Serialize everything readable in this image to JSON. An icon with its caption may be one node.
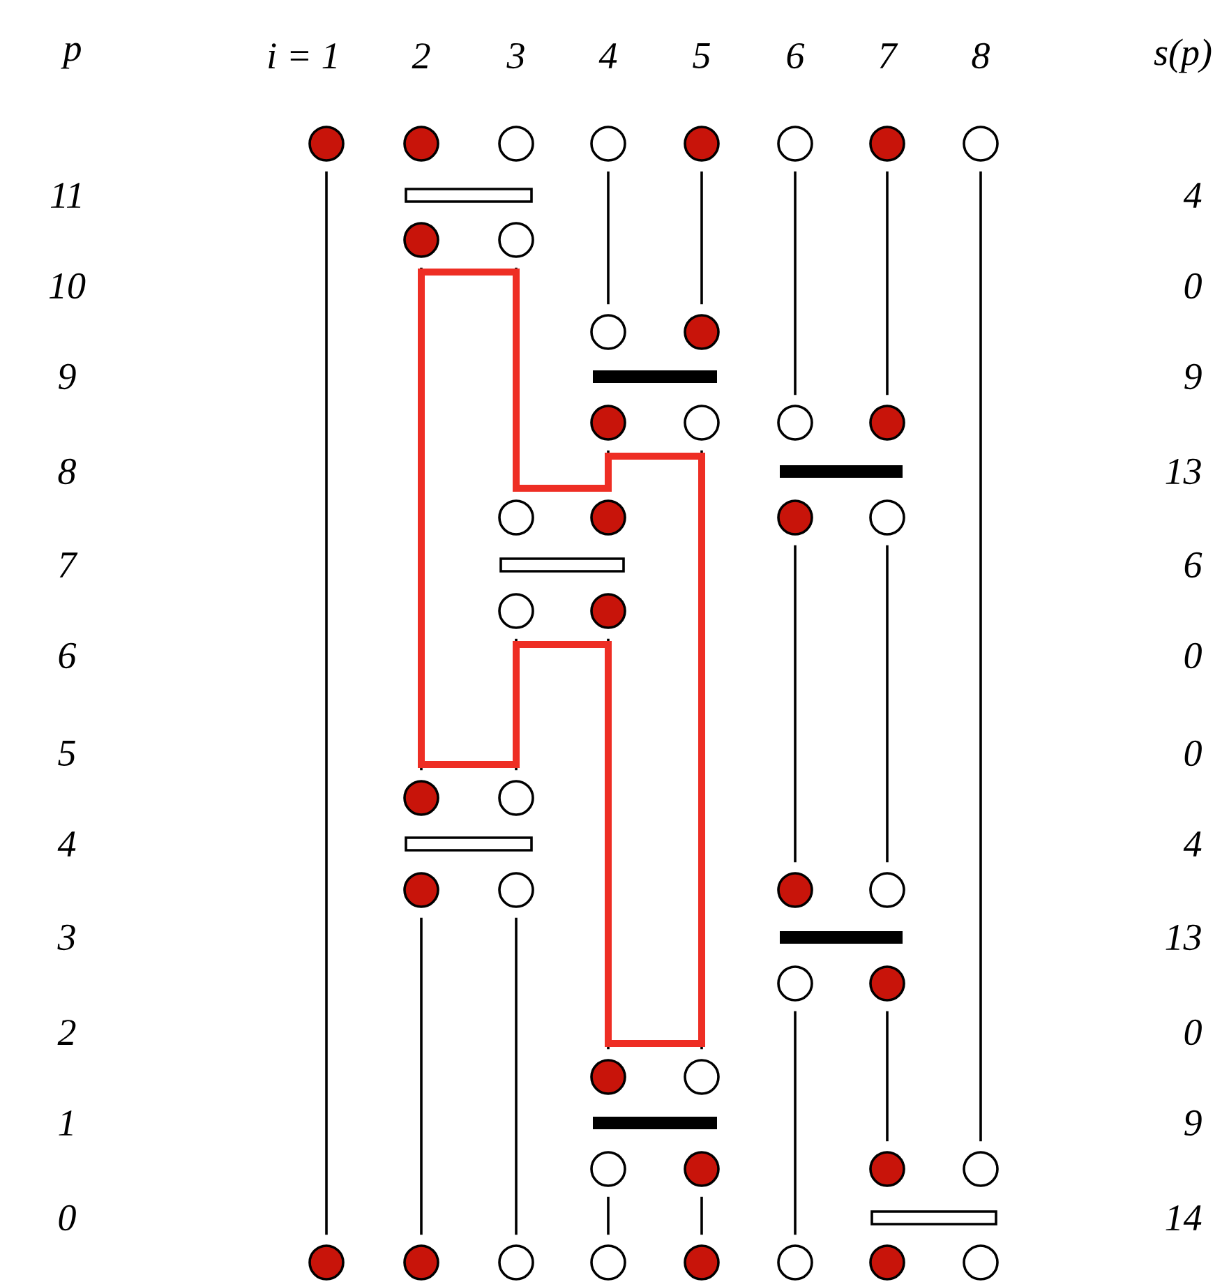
{
  "diagram": {
    "nodes": [
      {
        "text": [],
        "shape": "dot"
      },
      {
        "text": [],
        "shape": "dot"
      },
      {
        "text": [],
        "shape": "circle"
      },
      {
        "text": [],
        "shape": "circle"
      },
      {
        "text": [],
        "shape": "dot"
      },
      {
        "text": [],
        "shape": "circle"
      },
      {
        "text": [],
        "shape": "dot"
      },
      {
        "text": [],
        "shape": "circle"
      },
      {
        "text": [],
        "shape": "box"
      },
      {
        "text": [],
        "shape": "dot"
      },
      {
        "text": [],
        "shape": "circle"
      },
      {
        "text": [],
        "shape": "circle"
      },
      {
        "text": [],
        "shape": "dot"
      },
      {
        "text": [],
        "shape": "bar"
      },
      {
        "text": [],
        "shape": "dot"
      },
      {
        "text": [],
        "shape": "circle"
      },
      {
        "text": [],
        "shape": "circle"
      },
      {
        "text": [],
        "shape": "dot"
      },
      {
        "text": [],
        "shape": "bar"
      },
      {
        "text": [],
        "shape": "circle"
      },
      {
        "text": [],
        "shape": "dot"
      },
      {
        "text": [],
        "shape": "dot"
      },
      {
        "text": [],
        "shape": "circle"
      },
      {
        "text": [],
        "shape": "box"
      },
      {
        "text": [],
        "shape": "circle"
      },
      {
        "text": [],
        "shape": "dot"
      },
      {
        "text": [],
        "shape": "dot"
      },
      {
        "text": [],
        "shape": "circle"
      },
      {
        "text": [],
        "shape": "box"
      },
      {
        "text": [],
        "shape": "dot"
      },
      {
        "text": [],
        "shape": "circle"
      },
      {
        "text": [],
        "shape": "dot"
      },
      {
        "text": [],
        "shape": "circle"
      },
      {
        "text": [],
        "shape": "bar"
      },
      {
        "text": [],
        "shape": "circle"
      },
      {
        "text": [],
        "shape": "dot"
      },
      {
        "text": [],
        "shape": "dot"
      },
      {
        "text": [],
        "shape": "circle"
      },
      {
        "text": [],
        "shape": "bar"
      },
      {
        "text": [],
        "shape": "circle"
      },
      {
        "text": [],
        "shape": "dot"
      },
      {
        "text": [],
        "shape": "dot"
      },
      {
        "text": [],
        "shape": "circle"
      },
      {
        "text": [],
        "shape": "box"
      },
      {
        "text": [],
        "shape": "dot"
      },
      {
        "text": [],
        "shape": "dot"
      },
      {
        "text": [],
        "shape": "circle"
      },
      {
        "text": [],
        "shape": "circle"
      },
      {
        "text": [],
        "shape": "dot"
      },
      {
        "text": [],
        "shape": "circle"
      },
      {
        "text": [],
        "shape": "dot"
      },
      {
        "text": [],
        "shape": "circle"
      }
    ],
    "edges": [
      {
        "from": 0,
        "to": 44,
        "arrow": "none"
      },
      {
        "from": 9,
        "to": 26,
        "arrow": "none"
      },
      {
        "from": 29,
        "to": 45,
        "arrow": "none"
      },
      {
        "from": 10,
        "to": 19,
        "arrow": "none"
      },
      {
        "from": 24,
        "to": 27,
        "arrow": "none"
      },
      {
        "from": 30,
        "to": 46,
        "arrow": "none"
      },
      {
        "from": 3,
        "to": 11,
        "arrow": "none"
      },
      {
        "from": 14,
        "to": 20,
        "arrow": "none"
      },
      {
        "from": 25,
        "to": 36,
        "arrow": "none"
      },
      {
        "from": 39,
        "to": 47,
        "arrow": "none"
      },
      {
        "from": 4,
        "to": 12,
        "arrow": "none"
      },
      {
        "from": 15,
        "to": 37,
        "arrow": "none"
      },
      {
        "from": 40,
        "to": 48,
        "arrow": "none"
      },
      {
        "from": 5,
        "to": 16,
        "arrow": "none"
      },
      {
        "from": 21,
        "to": 31,
        "arrow": "none"
      },
      {
        "from": 34,
        "to": 49,
        "arrow": "none"
      },
      {
        "from": 6,
        "to": 17,
        "arrow": "none"
      },
      {
        "from": 22,
        "to": 32,
        "arrow": "none"
      },
      {
        "from": 35,
        "to": 41,
        "arrow": "none"
      },
      {
        "from": 7,
        "to": 42,
        "arrow": "none"
      }
    ],
    "labels": [
      "p",
      "i = 1",
      "2",
      "3",
      "4",
      "5",
      "6",
      "7",
      "8",
      "s(p)",
      "11",
      "4",
      "10",
      "0",
      "9",
      "9",
      "8",
      "13",
      "7",
      "6",
      "6",
      "0",
      "5",
      "0",
      "4",
      "4",
      "3",
      "13",
      "2",
      "0",
      "1",
      "9",
      "0",
      "14"
    ]
  }
}
